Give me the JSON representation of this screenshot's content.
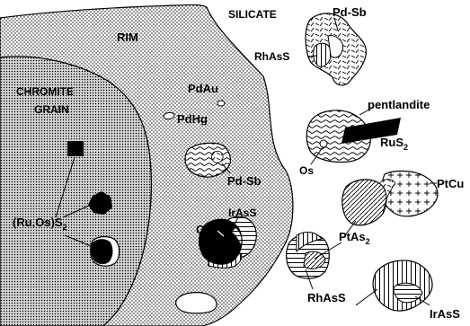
{
  "figure": {
    "colors": {
      "ink": "#000000",
      "paper": "#ffffff",
      "chromite": "#c8c8c8"
    },
    "regions": {
      "silicate": "SILICATE",
      "rim": "RIM",
      "chromite_line1": "CHROMITE",
      "chromite_line2": "GRAIN"
    },
    "minerals": {
      "pdsb_top": "Pd-Sb",
      "rhass_top": "RhAsS",
      "pdau": "PdAu",
      "pdhg": "PdHg",
      "pentlandite": "pentlandite",
      "rus2": "RuS",
      "rus2_sub": "2",
      "os_right": "Os",
      "pdsb_mid": "Pd-Sb",
      "ptcu": "PtCu",
      "ruos_s2": "(Ru,Os)S",
      "ruos_s2_sub": "2",
      "os_mid": "Os",
      "irass_mid": "IrAsS",
      "ptas2": "PtAs",
      "ptas2_sub": "2",
      "rhass_bottom": "RhAsS",
      "irass_bottom": "IrAsS"
    }
  }
}
